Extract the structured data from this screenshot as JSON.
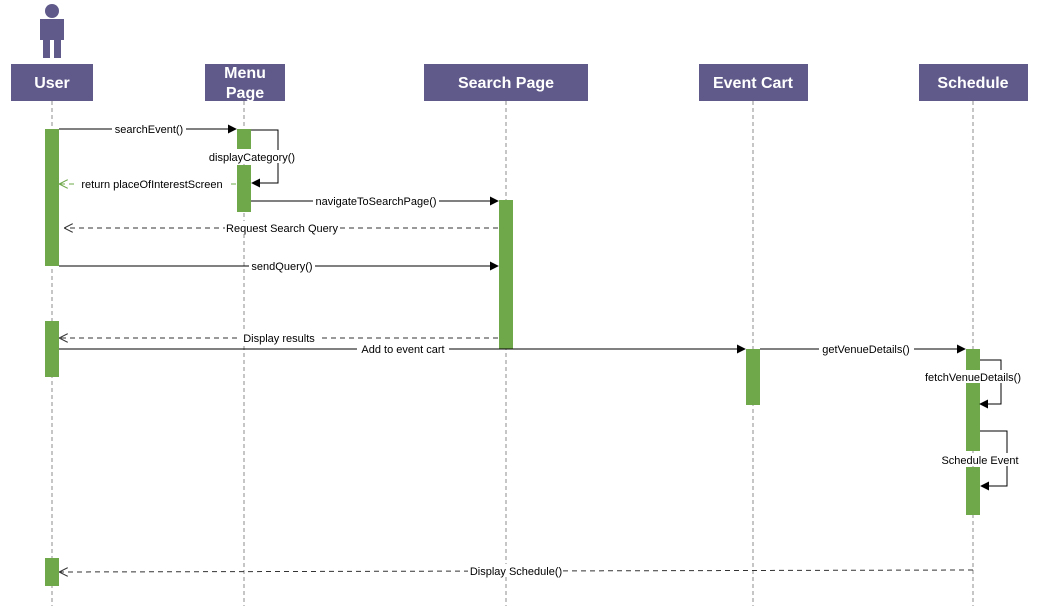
{
  "lifelines": {
    "user": "User",
    "menu_line1": "Menu",
    "menu_line2": "Page",
    "search": "Search Page",
    "cart": "Event Cart",
    "schedule": "Schedule"
  },
  "messages": {
    "m1": "searchEvent()",
    "m2": "displayCategory()",
    "m3": "return placeOfInterestScreen",
    "m4": "navigateToSearchPage()",
    "m5": "Request Search Query",
    "m6": "sendQuery()",
    "m7": "Display results",
    "m8": "Add to event cart",
    "m9": "getVenueDetails()",
    "m10": "fetchVenueDetails()",
    "m11": "Schedule Event",
    "m12": "Display Schedule()"
  },
  "colors": {
    "header": "#5f5a8a",
    "activation": "#6fa84a"
  },
  "icons": [
    "actor-icon"
  ]
}
